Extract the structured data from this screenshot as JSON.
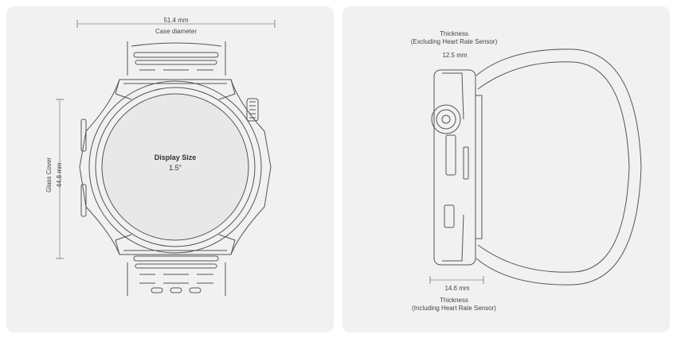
{
  "front_view": {
    "case_diameter": {
      "value": "51.4 mm",
      "label": "Case diameter"
    },
    "display": {
      "label": "Display Size",
      "value": "1.5\""
    },
    "glass_cover": {
      "label": "Glass Cover",
      "value": "44.8 mm"
    }
  },
  "side_view": {
    "thickness_excluding": {
      "label": "Thickness",
      "note": "(Excluding Heart Rate Sensor)",
      "value": "12.5 mm"
    },
    "thickness_including": {
      "value": "14.6 mm",
      "label": "Thickness",
      "note": "(Including Heart Rate Sensor)"
    }
  }
}
